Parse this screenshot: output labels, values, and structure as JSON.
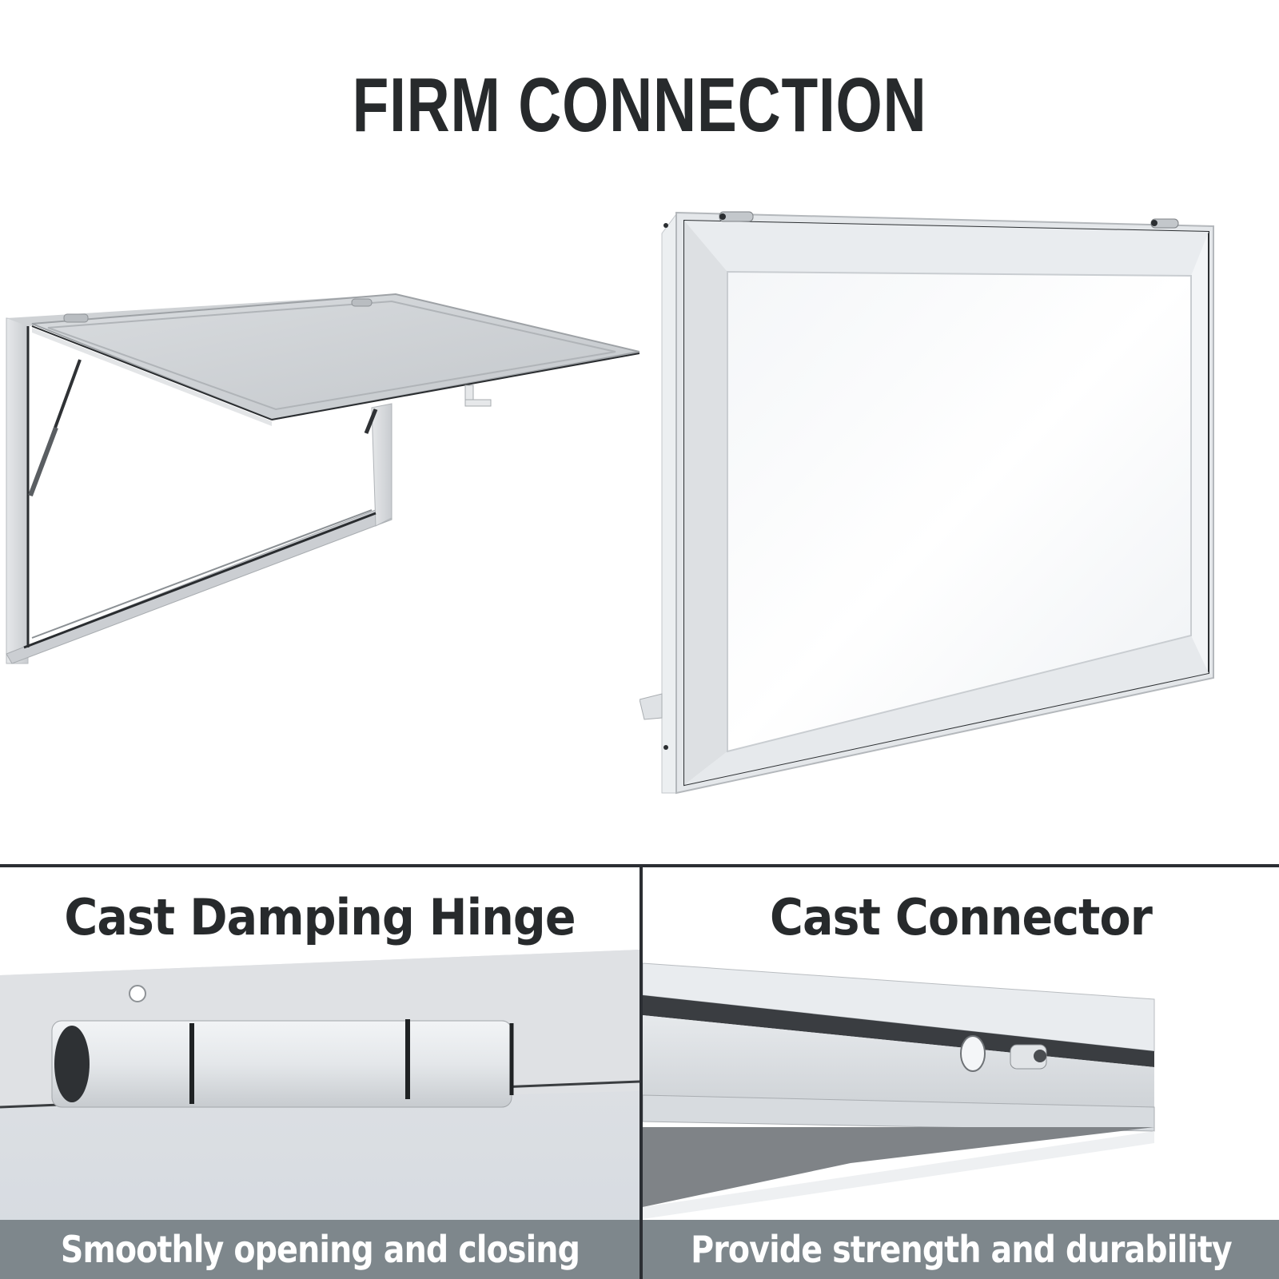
{
  "headline": "FIRM CONNECTION",
  "hero": {
    "left": {
      "image": "window-open-with-gas-struts"
    },
    "right": {
      "image": "window-closed-front-view"
    }
  },
  "panels": [
    {
      "title": "Cast Damping Hinge",
      "image": "hinge-closeup",
      "caption": "Smoothly opening and closing"
    },
    {
      "title": "Cast Connector",
      "image": "connector-closeup",
      "caption": "Provide strength and durability"
    }
  ],
  "colors": {
    "headline_text": "#272a2c",
    "divider": "#2b2e33",
    "caption_bar": "#7e878c",
    "caption_text": "#ffffff"
  }
}
